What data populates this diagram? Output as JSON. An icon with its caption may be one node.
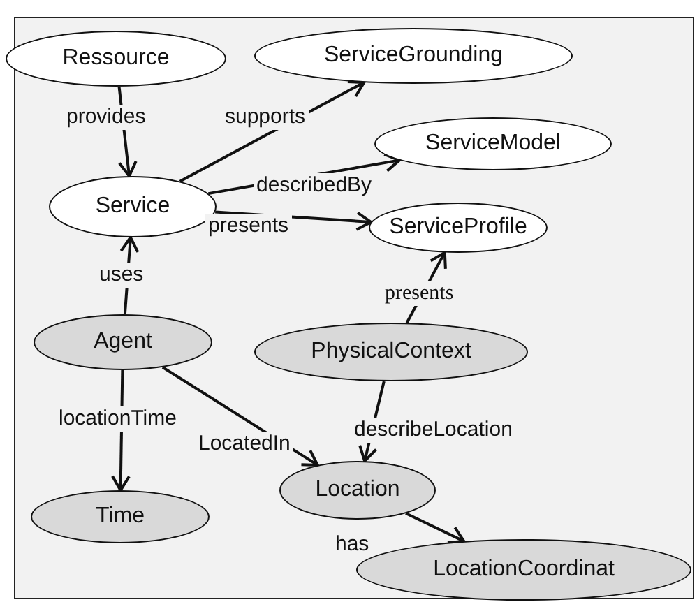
{
  "diagram": {
    "nodes": [
      {
        "text": [
          "Ressource"
        ]
      },
      {
        "text": [
          "ServiceGrounding"
        ]
      },
      {
        "text": [
          "ServiceModel"
        ]
      },
      {
        "text": [
          "Service"
        ]
      },
      {
        "text": [
          "ServiceProfile"
        ]
      },
      {
        "text": [
          "Agent"
        ]
      },
      {
        "text": [
          "PhysicalContext"
        ]
      },
      {
        "text": [
          "Time"
        ]
      },
      {
        "text": [
          "Location"
        ]
      },
      {
        "text": [
          "LocationCoordinat"
        ]
      }
    ],
    "edges": [
      {
        "from": 0,
        "to": 3,
        "arrow": "to",
        "label": "provides"
      },
      {
        "from": 3,
        "to": 1,
        "arrow": "to",
        "label": "supports"
      },
      {
        "from": 3,
        "to": 2,
        "arrow": "to",
        "label": "describedBy"
      },
      {
        "from": 3,
        "to": 4,
        "arrow": "to",
        "label": "presents"
      },
      {
        "from": 5,
        "to": 3,
        "arrow": "to",
        "label": "uses"
      },
      {
        "from": 6,
        "to": 4,
        "arrow": "to",
        "label": "presents"
      },
      {
        "from": 5,
        "to": 7,
        "arrow": "to",
        "label": "locationTime"
      },
      {
        "from": 5,
        "to": 8,
        "arrow": "to",
        "label": "LocatedIn"
      },
      {
        "from": 6,
        "to": 8,
        "arrow": "to",
        "label": "describeLocation"
      },
      {
        "from": 8,
        "to": 9,
        "arrow": "to",
        "label": "has"
      }
    ]
  }
}
